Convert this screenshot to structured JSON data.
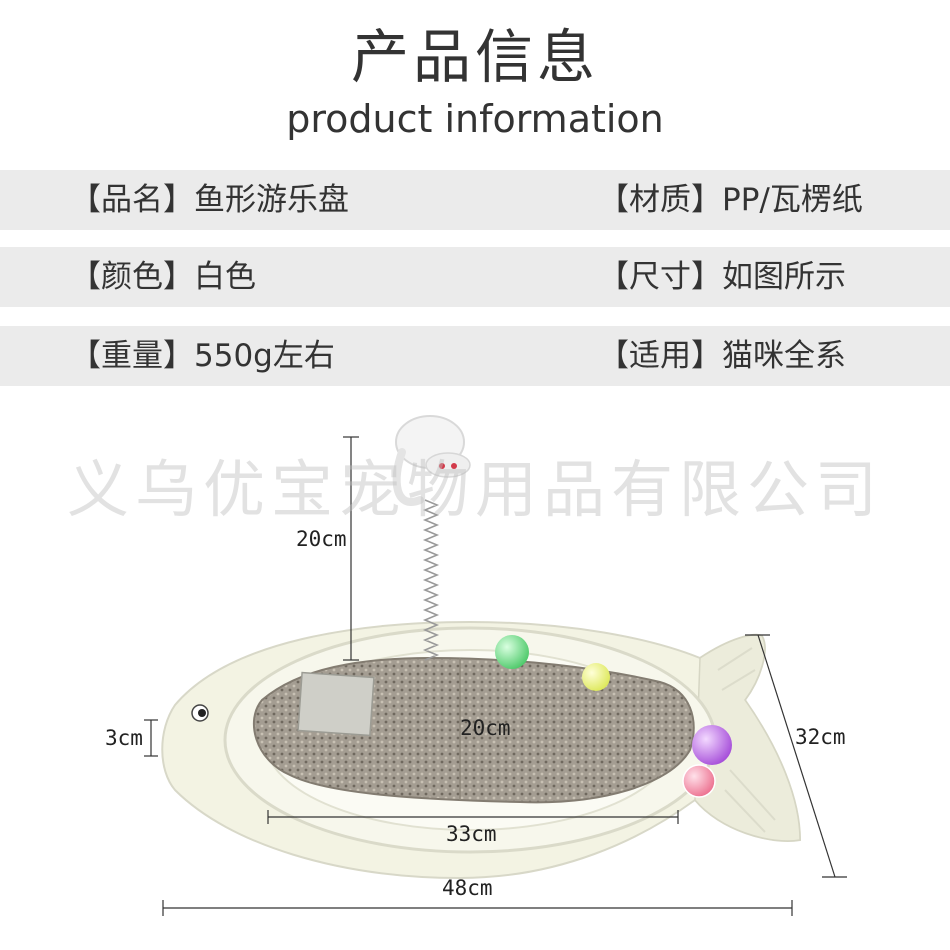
{
  "header": {
    "title_cn": "产品信息",
    "title_en": "product information"
  },
  "spec_rows": [
    {
      "left": {
        "label": "【品名】",
        "value": "鱼形游乐盘"
      },
      "right": {
        "label": "【材质】",
        "value": "PP/瓦楞纸"
      }
    },
    {
      "left": {
        "label": "【颜色】",
        "value": "白色"
      },
      "right": {
        "label": "【尺寸】",
        "value": "如图所示"
      }
    },
    {
      "left": {
        "label": "【重量】",
        "value": "550g左右"
      },
      "right": {
        "label": "【适用】",
        "value": "猫咪全系"
      }
    }
  ],
  "watermark": "义乌优宝宠物用品有限公司",
  "dimensions": {
    "spring_height": "20cm",
    "base_height": "3cm",
    "pad_width": "20cm",
    "inner_length": "33cm",
    "total_length": "48cm",
    "tail_length": "32cm"
  },
  "colors": {
    "row_background": "#ebebeb",
    "text": "#333333",
    "plastic": "#f3f3e3",
    "cardboard": "#9a9388"
  }
}
